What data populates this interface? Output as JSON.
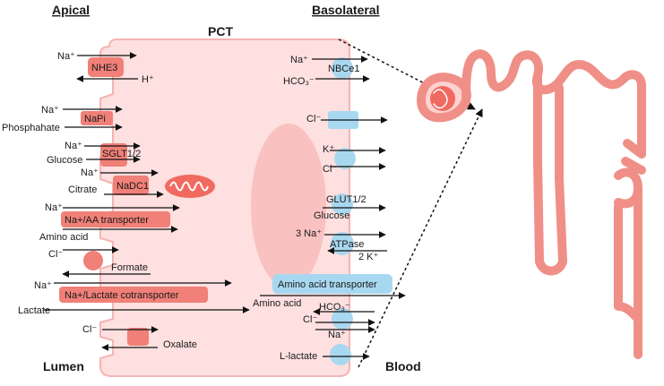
{
  "headers": {
    "apical": "Apical",
    "basolateral": "Basolateral",
    "pct": "PCT",
    "lumen": "Lumen",
    "blood": "Blood"
  },
  "apical": {
    "na_1": "Na⁺",
    "nhe3": "NHE3",
    "h": "H⁺",
    "na_2": "Na⁺",
    "napi": "NaPi",
    "phosphate": "Phosphahate",
    "na_3": "Na⁺",
    "sglt": "SGLT1/2",
    "glucose": "Glucose",
    "na_4": "Na⁺",
    "nadc1": "NaDC1",
    "citrate": "Citrate",
    "na_5": "Na⁺",
    "aa_transporter": "Na+/AA transporter",
    "amino_acid": "Amino acid",
    "cl_1": "Cl⁻",
    "formate": "Formate",
    "na_6": "Na⁺",
    "lactate_transporter": "Na+/Lactate cotransporter",
    "lactate": "Lactate",
    "cl_2": "Cl⁻",
    "oxalate": "Oxalate"
  },
  "basolateral": {
    "na_1": "Na⁺",
    "nbce1": "NBCe1",
    "hco3_1": "HCO₃⁻",
    "cl_1": "Cl⁻",
    "k_1": "K⁺",
    "cl_2": "Cl⁻",
    "glut": "GLUT1/2",
    "glucose": "Glucose",
    "na_3": "3 Na⁺",
    "atpase": "ATPase",
    "k_2": "2 K⁺",
    "aa_transporter": "Amino acid transporter",
    "amino_acid": "Amino acid",
    "hco3_2": "HCO₃⁻",
    "cl_3": "Cl⁻",
    "na_4": "Na⁺",
    "l_lactate": "L-lactate"
  },
  "colors": {
    "cell_fill": "#fde0df",
    "cell_stroke": "#f4b4b2",
    "nucleus": "#f9c1c0",
    "transporter_red": "#f08078",
    "transporter_blue": "#a8d8f0",
    "nephron": "#f08f87",
    "arrow": "#111111"
  }
}
